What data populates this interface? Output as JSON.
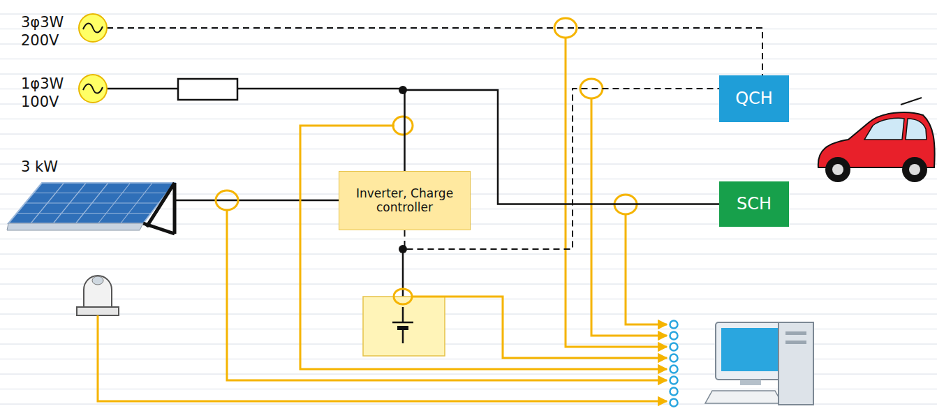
{
  "diagram": {
    "nodes": [
      {
        "text": [
          "Inverter, Charge controller"
        ]
      },
      {
        "text": [
          "QCH"
        ]
      },
      {
        "text": [
          "SCH"
        ]
      }
    ],
    "edges": [
      {
        "from": 0,
        "to": 2,
        "arrow": "none"
      },
      {
        "from": 0,
        "to": 1,
        "arrow": "none"
      }
    ],
    "labels": [
      "3φ3W",
      "200V",
      "1φ3W",
      "100V",
      "3 kW"
    ]
  }
}
